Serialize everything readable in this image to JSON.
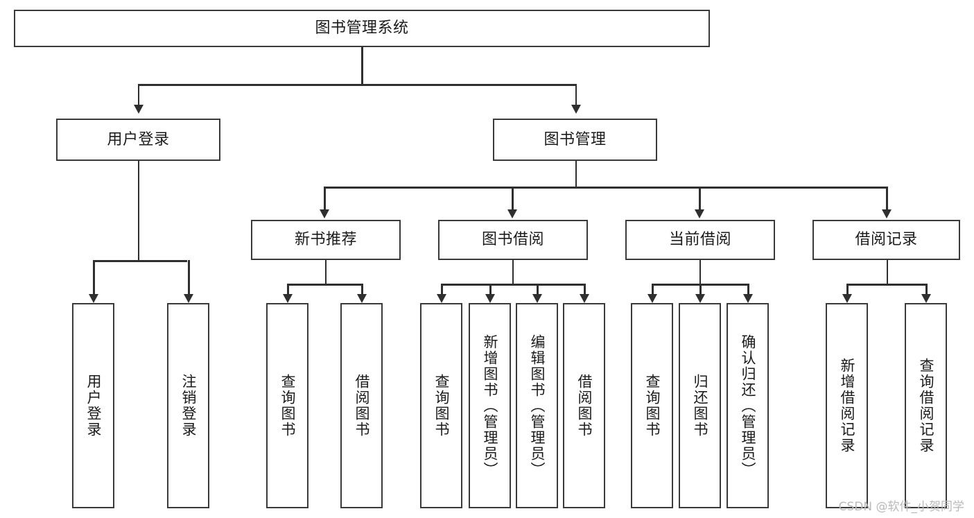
{
  "diagram": {
    "title": "图书管理系统",
    "watermark": "CSDN @软件_小贺同学",
    "type": "tree-hierarchy-diagram",
    "colors": {
      "background": "#ffffff",
      "box_border": "#3a3a3a",
      "box_fill": "#ffffff",
      "connector": "#2f2f2f",
      "text": "#1b1b1b",
      "watermark": "#b9b9b9"
    },
    "levels": [
      {
        "level": 0,
        "nodes": [
          {
            "id": "root",
            "label": "图书管理系统",
            "orientation": "horizontal"
          }
        ]
      },
      {
        "level": 1,
        "nodes": [
          {
            "id": "login",
            "label": "用户登录",
            "orientation": "horizontal",
            "parent": "root"
          },
          {
            "id": "bookmgmt",
            "label": "图书管理",
            "orientation": "horizontal",
            "parent": "root"
          }
        ]
      },
      {
        "level": 2,
        "nodes": [
          {
            "id": "newbook",
            "label": "新书推荐",
            "orientation": "horizontal",
            "parent": "bookmgmt"
          },
          {
            "id": "borrow",
            "label": "图书借阅",
            "orientation": "horizontal",
            "parent": "bookmgmt"
          },
          {
            "id": "current",
            "label": "当前借阅",
            "orientation": "horizontal",
            "parent": "bookmgmt"
          },
          {
            "id": "records",
            "label": "借阅记录",
            "orientation": "horizontal",
            "parent": "bookmgmt"
          }
        ]
      },
      {
        "level": 3,
        "nodes": [
          {
            "id": "leaf1",
            "label": "用户登录",
            "orientation": "vertical",
            "parent": "login"
          },
          {
            "id": "leaf2",
            "label": "注销登录",
            "orientation": "vertical",
            "parent": "login"
          },
          {
            "id": "leaf3",
            "label": "查询图书",
            "orientation": "vertical",
            "parent": "newbook"
          },
          {
            "id": "leaf4",
            "label": "借阅图书",
            "orientation": "vertical",
            "parent": "newbook"
          },
          {
            "id": "leaf5",
            "label": "查询图书",
            "orientation": "vertical",
            "parent": "borrow"
          },
          {
            "id": "leaf6",
            "label": "新增图书（管理员）",
            "orientation": "vertical",
            "parent": "borrow"
          },
          {
            "id": "leaf7",
            "label": "编辑图书（管理员）",
            "orientation": "vertical",
            "parent": "borrow"
          },
          {
            "id": "leaf8",
            "label": "借阅图书",
            "orientation": "vertical",
            "parent": "borrow"
          },
          {
            "id": "leaf9",
            "label": "查询图书",
            "orientation": "vertical",
            "parent": "current"
          },
          {
            "id": "leaf10",
            "label": "归还图书",
            "orientation": "vertical",
            "parent": "current"
          },
          {
            "id": "leaf11",
            "label": "确认归还（管理员）",
            "orientation": "vertical",
            "parent": "current"
          },
          {
            "id": "leaf12",
            "label": "新增借阅记录",
            "orientation": "vertical",
            "parent": "records"
          },
          {
            "id": "leaf13",
            "label": "查询借阅记录",
            "orientation": "vertical",
            "parent": "records"
          }
        ]
      }
    ]
  }
}
